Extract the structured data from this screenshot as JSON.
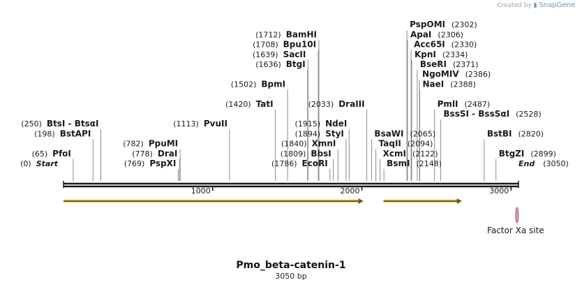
{
  "credit": {
    "prefix": "Created by",
    "brand": "SnapGene"
  },
  "sequence": {
    "name": "Pmo_beta-catenin-1",
    "length_label": "3050 bp",
    "length": 3050
  },
  "axis": {
    "ticks": [
      1000,
      2000,
      3000
    ]
  },
  "ends": [
    {
      "label": "Start",
      "pos": "(0)",
      "bp": 0,
      "side": "left"
    },
    {
      "label": "End",
      "pos": "(3050)",
      "bp": 3050,
      "side": "right"
    }
  ],
  "enzymes": [
    {
      "name": "PfoI",
      "pos": "(65)",
      "bp": 65,
      "side": "left",
      "row": 1
    },
    {
      "name": "BstAPI",
      "pos": "(198)",
      "bp": 198,
      "side": "left",
      "row": 3
    },
    {
      "name": "BtsI - BtsαI",
      "pos": "(250)",
      "bp": 250,
      "side": "left",
      "row": 4
    },
    {
      "name": "PspXI",
      "pos": "(769)",
      "bp": 769,
      "side": "left",
      "row": 0
    },
    {
      "name": "DraI",
      "pos": "(778)",
      "bp": 778,
      "side": "left",
      "row": 1
    },
    {
      "name": "PpuMI",
      "pos": "(782)",
      "bp": 782,
      "side": "left",
      "row": 2
    },
    {
      "name": "PvuII",
      "pos": "(1113)",
      "bp": 1113,
      "side": "left",
      "row": 4
    },
    {
      "name": "TatI",
      "pos": "(1420)",
      "bp": 1420,
      "side": "left",
      "row": 6
    },
    {
      "name": "BpmI",
      "pos": "(1502)",
      "bp": 1502,
      "side": "left",
      "row": 8
    },
    {
      "name": "BtgI",
      "pos": "(1636)",
      "bp": 1636,
      "side": "left",
      "row": 10
    },
    {
      "name": "SacII",
      "pos": "(1639)",
      "bp": 1639,
      "side": "left",
      "row": 11
    },
    {
      "name": "Bpu10I",
      "pos": "(1708)",
      "bp": 1708,
      "side": "left",
      "row": 12
    },
    {
      "name": "BamHI",
      "pos": "(1712)",
      "bp": 1712,
      "side": "left",
      "row": 13
    },
    {
      "name": "EcoRI",
      "pos": "(1786)",
      "bp": 1786,
      "side": "left",
      "row": 0
    },
    {
      "name": "BbsI",
      "pos": "(1809)",
      "bp": 1809,
      "side": "left",
      "row": 1
    },
    {
      "name": "XmnI",
      "pos": "(1840)",
      "bp": 1840,
      "side": "left",
      "row": 2
    },
    {
      "name": "StyI",
      "pos": "(1894)",
      "bp": 1894,
      "side": "left",
      "row": 3
    },
    {
      "name": "NdeI",
      "pos": "(1915)",
      "bp": 1915,
      "side": "left",
      "row": 4
    },
    {
      "name": "DraIII",
      "pos": "(2033)",
      "bp": 2033,
      "side": "left",
      "row": 6
    },
    {
      "name": "BsaWI",
      "pos": "(2065)",
      "bp": 2065,
      "side": "right",
      "row": 3
    },
    {
      "name": "TaqII",
      "pos": "(2094)",
      "bp": 2094,
      "side": "right",
      "row": 2
    },
    {
      "name": "XcmI",
      "pos": "(2122)",
      "bp": 2122,
      "side": "right",
      "row": 1
    },
    {
      "name": "BsmI",
      "pos": "(2148)",
      "bp": 2148,
      "side": "right",
      "row": 0
    },
    {
      "name": "PspOMI",
      "pos": "(2302)",
      "bp": 2302,
      "side": "right",
      "row": 14
    },
    {
      "name": "ApaI",
      "pos": "(2306)",
      "bp": 2306,
      "side": "right",
      "row": 13
    },
    {
      "name": "Acc65I",
      "pos": "(2330)",
      "bp": 2330,
      "side": "right",
      "row": 12
    },
    {
      "name": "KpnI",
      "pos": "(2334)",
      "bp": 2334,
      "side": "right",
      "row": 11
    },
    {
      "name": "BseRI",
      "pos": "(2371)",
      "bp": 2371,
      "side": "right",
      "row": 10
    },
    {
      "name": "NgoMIV",
      "pos": "(2386)",
      "bp": 2386,
      "side": "right",
      "row": 9
    },
    {
      "name": "NaeI",
      "pos": "(2388)",
      "bp": 2388,
      "side": "right",
      "row": 8
    },
    {
      "name": "PmlI",
      "pos": "(2487)",
      "bp": 2487,
      "side": "right",
      "row": 6
    },
    {
      "name": "BssSI - BssSαI",
      "pos": "(2528)",
      "bp": 2528,
      "side": "right",
      "row": 5
    },
    {
      "name": "BstBI",
      "pos": "(2820)",
      "bp": 2820,
      "side": "right",
      "row": 3
    },
    {
      "name": "BtgZI",
      "pos": "(2899)",
      "bp": 2899,
      "side": "right",
      "row": 1
    }
  ],
  "features": [
    {
      "type": "arrow",
      "start": 0,
      "end": 2010,
      "color": "#f5c030"
    },
    {
      "type": "arrow",
      "start": 2145,
      "end": 2670,
      "color": "#f5c030"
    },
    {
      "type": "site",
      "name": "Factor Xa site",
      "bp": 3040,
      "color": "#e6a0b8"
    }
  ]
}
